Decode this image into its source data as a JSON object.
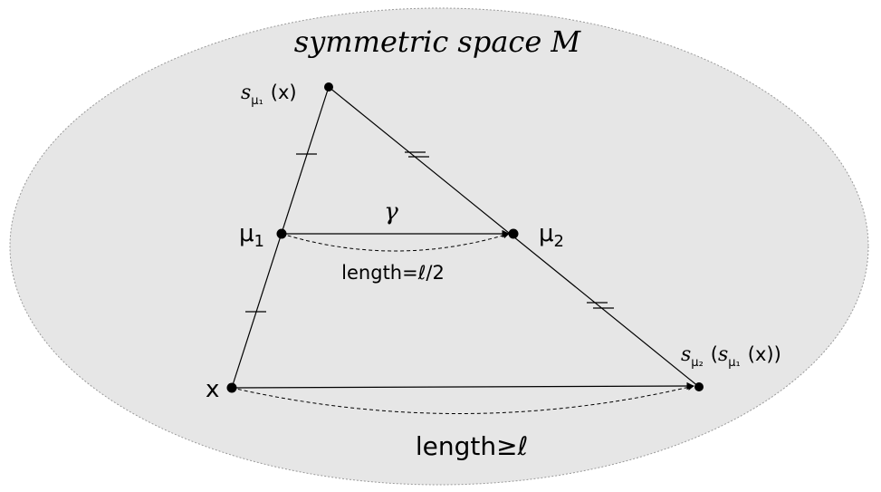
{
  "title": "symmetric space M",
  "points": {
    "x": {
      "label": "x"
    },
    "mu1": {
      "label": "μ",
      "sub": "1"
    },
    "mu2": {
      "label": "μ",
      "sub": "2"
    },
    "s_mu1_x": {
      "s": "s",
      "sub": "μ₁",
      "arg": "(x)"
    },
    "s_mu2_s_mu1_x": {
      "s1": "s",
      "sub1": "μ₂",
      "s2": "s",
      "sub2": "μ₁",
      "open": "(",
      "inner": "(x))"
    }
  },
  "gamma_label": "γ",
  "length_half": "length=ℓ/2",
  "length_full": "length≥ℓ",
  "colors": {
    "ellipse_fill": "#e6e6e6",
    "ellipse_stroke": "#9a9a9a",
    "line": "#000000"
  }
}
